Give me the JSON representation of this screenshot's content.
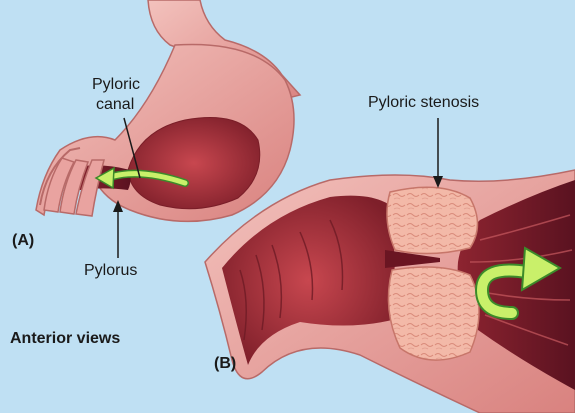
{
  "labels": {
    "pyloric_canal_line1": "Pyloric",
    "pyloric_canal_line2": "canal",
    "pylorus": "Pylorus",
    "pyloric_stenosis": "Pyloric stenosis",
    "panel_a": "(A)",
    "panel_b": "(B)",
    "anterior_views": "Anterior views"
  },
  "colors": {
    "background": "#bfe0f3",
    "tissue_outer": "#e7a3a0",
    "tissue_inner": "#a8323a",
    "muscle": "#f1b2a2",
    "arrow_fill": "#c9f06a",
    "arrow_stroke": "#3c8a2a"
  }
}
